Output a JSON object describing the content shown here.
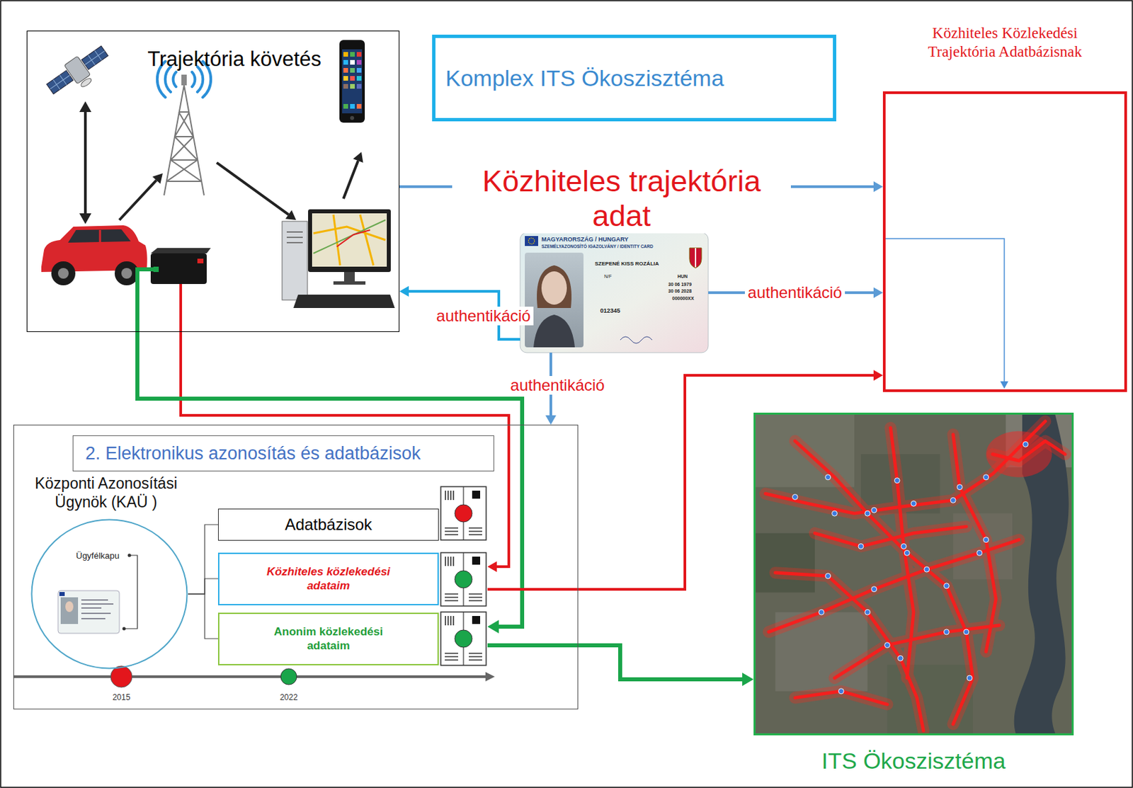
{
  "diagram": {
    "nodes": [
      {
        "text": [
          "Trajektória követés"
        ]
      },
      {
        "text": [
          "Komplex ITS Ökoszisztéma"
        ]
      },
      {
        "text": [
          "Közhiteles Közlekedési Trajektória Adatbázisnak"
        ]
      },
      {
        "text": [
          "MAGYARORSZÁG / HUNGARY",
          "SZEMÉLYAZONOSÍTÓ IGAZOLVÁNY / IDENTITY CARD",
          "SZEPENÉ KISS ROZÁLIA",
          "N/F",
          "HUN",
          "30 06 1979",
          "30 06 2028",
          "000000XX",
          "012345"
        ]
      },
      {
        "text": [
          "Központi Azonosítási Ügynök (KAÜ )"
        ]
      },
      {
        "text": [
          "2. Elektronikus azonosítás és adatbázisok"
        ],
        "in": 4
      },
      {
        "text": [
          "Ügyfélkapu"
        ],
        "in": 4
      },
      {
        "text": [
          "Adatbázisok"
        ],
        "in": 4
      },
      {
        "text": [
          "Közhiteles közlekedési adataim"
        ],
        "in": 4
      },
      {
        "text": [
          "Anonim közlekedési adataim"
        ],
        "in": 4
      },
      {
        "text": [
          "ITS Ökoszisztéma"
        ]
      }
    ],
    "edges": [
      {
        "from": 0,
        "to": 2,
        "label": "Közhiteles trajektória adat",
        "arrow": "to"
      },
      {
        "from": 3,
        "to": 0,
        "label": "authentikáció",
        "arrow": "to"
      },
      {
        "from": 3,
        "to": 2,
        "label": "authentikáció",
        "arrow": "to"
      },
      {
        "from": 3,
        "to": 4,
        "label": "authentikáció",
        "arrow": "to"
      },
      {
        "from": 0,
        "to": 8,
        "arrow": "to"
      },
      {
        "from": 0,
        "to": 9,
        "arrow": "to"
      },
      {
        "from": 8,
        "to": 2,
        "arrow": "to"
      },
      {
        "from": 9,
        "to": 10,
        "arrow": "to"
      },
      {
        "from": 6,
        "to": 7,
        "arrow": "none"
      },
      {
        "from": 6,
        "to": 8,
        "arrow": "none"
      },
      {
        "from": 6,
        "to": 9,
        "arrow": "none"
      }
    ],
    "labels": [
      "2015",
      "2022"
    ]
  }
}
